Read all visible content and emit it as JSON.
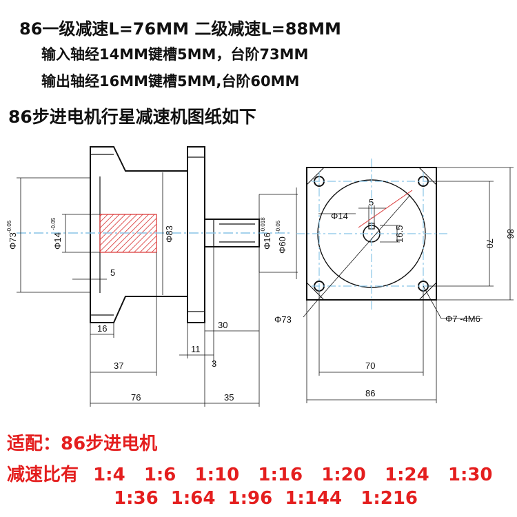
{
  "header": {
    "line1": "86一级减速L=76MM 二级减速L=88MM",
    "line2": "输入轴经14MM键槽5MM，台阶73MM",
    "line3": "输出轴经16MM键槽5MM,台阶60MM",
    "line4": "86步进电机行星减速机图纸如下"
  },
  "drawing": {
    "side_view": {
      "dia73": "Φ73",
      "dia73_tol": "-0.05",
      "dia14": "Φ14",
      "dia14_tol": "-0.05",
      "dia83": "Φ83",
      "dia16": "Φ16",
      "dia16_tol": "-0.018",
      "dia60": "Φ60",
      "dia60_tol": "-0.05",
      "key5": "5",
      "len16": "16",
      "len37": "37",
      "len76": "76",
      "len30": "30",
      "len11": "11",
      "len3": "3",
      "len35": "35"
    },
    "front_view": {
      "bore14": "Φ14",
      "key5": "5",
      "depth16_5": "16.5",
      "pcd73": "Φ73",
      "holes": "Φ7 -4M6",
      "w70_bottom": "70",
      "w86_bottom": "86",
      "h70_right": "70",
      "h86_right": "86"
    }
  },
  "footer": {
    "fit": "适配：86步进电机",
    "ratios_label": "减速比有",
    "ratios_row1": "1:4   1:6   1:10   1:16   1:20   1:24   1:30",
    "ratios_row2": "1:36  1:64  1:96  1:144   1:216"
  },
  "colors": {
    "text": "#111111",
    "accent_red": "#e41e1e",
    "centerline": "#88c4e6",
    "hatch": "#d83030"
  }
}
